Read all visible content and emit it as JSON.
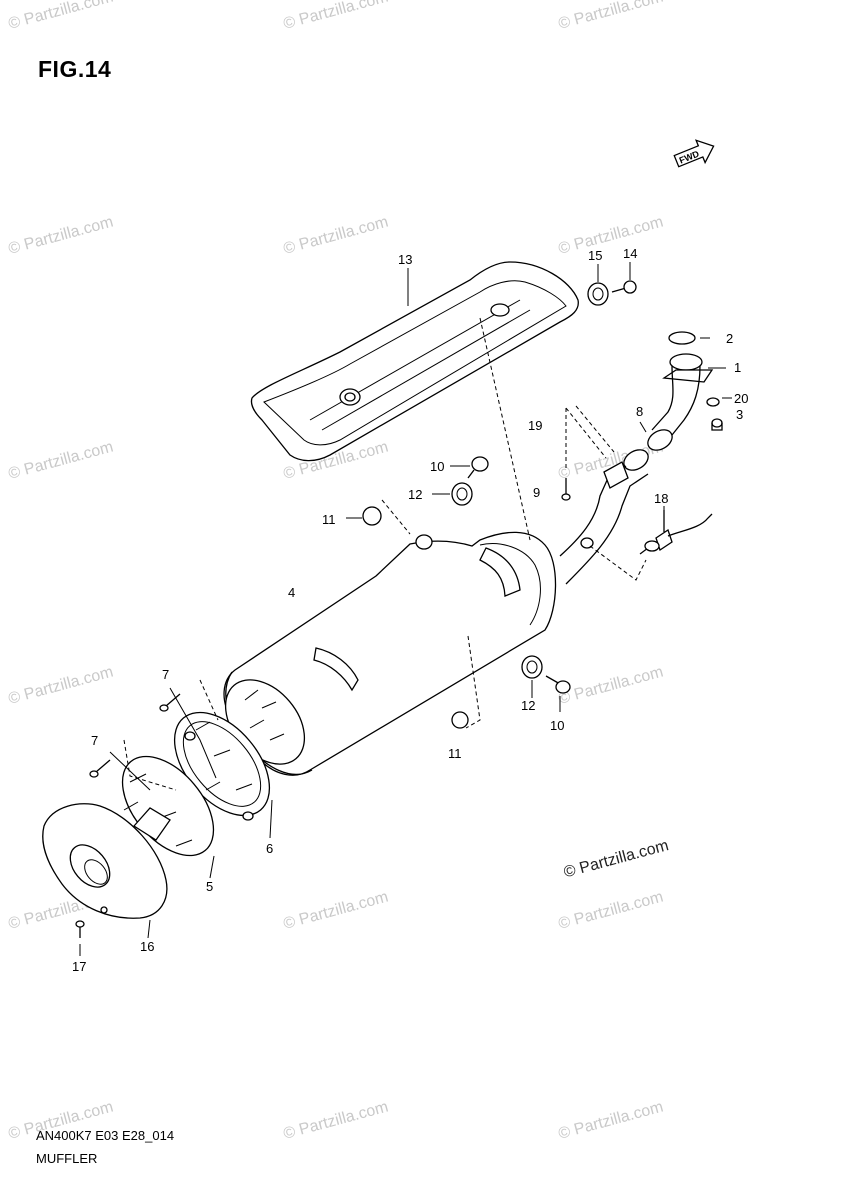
{
  "figure": {
    "title": "FIG.14",
    "code": "AN400K7 E03 E28_014",
    "name": "MUFFLER",
    "direction_badge": "FWD",
    "copyright": "© Partzilla.com",
    "watermark": "© Partzilla.com",
    "line_color": "#000000",
    "watermark_color": "#c9c9c9"
  },
  "callouts": [
    {
      "id": "c1",
      "label": "1"
    },
    {
      "id": "c2",
      "label": "2"
    },
    {
      "id": "c3",
      "label": "3"
    },
    {
      "id": "c4",
      "label": "4"
    },
    {
      "id": "c5",
      "label": "5"
    },
    {
      "id": "c6",
      "label": "6"
    },
    {
      "id": "c7a",
      "label": "7"
    },
    {
      "id": "c7b",
      "label": "7"
    },
    {
      "id": "c8",
      "label": "8"
    },
    {
      "id": "c9",
      "label": "9"
    },
    {
      "id": "c10a",
      "label": "10"
    },
    {
      "id": "c10b",
      "label": "10"
    },
    {
      "id": "c11a",
      "label": "11"
    },
    {
      "id": "c11b",
      "label": "11"
    },
    {
      "id": "c12a",
      "label": "12"
    },
    {
      "id": "c12b",
      "label": "12"
    },
    {
      "id": "c13",
      "label": "13"
    },
    {
      "id": "c14",
      "label": "14"
    },
    {
      "id": "c15",
      "label": "15"
    },
    {
      "id": "c16",
      "label": "16"
    },
    {
      "id": "c17",
      "label": "17"
    },
    {
      "id": "c18",
      "label": "18"
    },
    {
      "id": "c19",
      "label": "19"
    },
    {
      "id": "c20",
      "label": "20"
    }
  ]
}
